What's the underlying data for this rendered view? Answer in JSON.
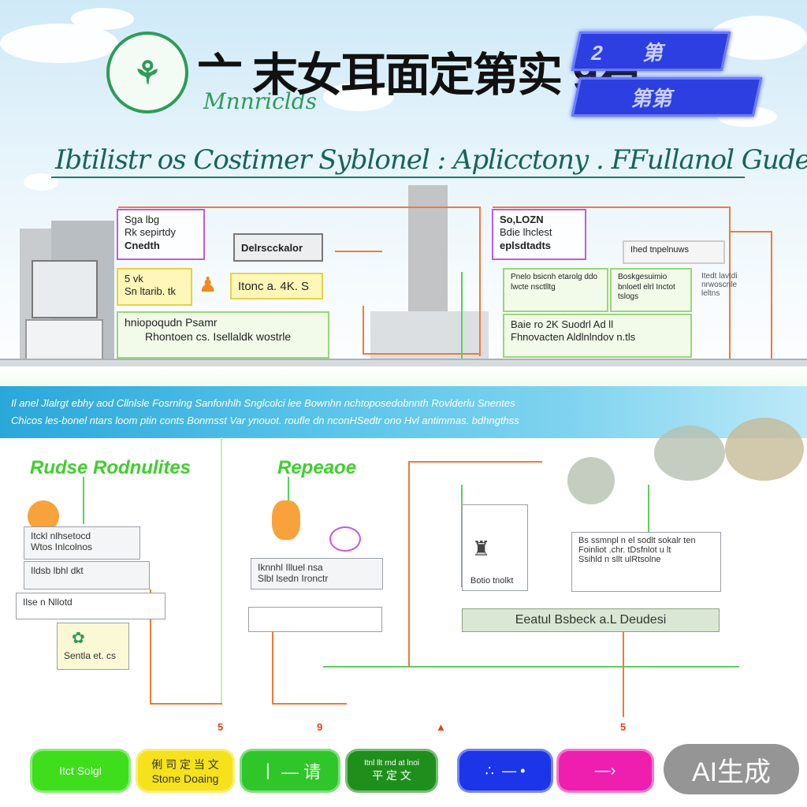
{
  "header": {
    "logo_text": "⚘",
    "logo_subtitle": "Mnnriclds",
    "title": "亠 末女耳面定第实 9石",
    "badge_top": "2　　第",
    "badge_bottom": "　　第第",
    "guide_title": "Ibtilistr os Costimer Syblonel : Aplicctony . FFullanol Gude"
  },
  "diagram": {
    "left_box_1": [
      "Sga lbg",
      "Rk sepirtdy",
      "Cnedth"
    ],
    "left_box_2": "Delrscckalor",
    "left_box_3": [
      "5 vk",
      "Sn ltarib. tk"
    ],
    "left_box_4": "Itonc a. 4K. S",
    "left_box_5": [
      "hniopoqudn Psamr",
      "Rhontoen cs. Isellaldk wostrle"
    ],
    "right_box_1": [
      "So,LOZN",
      "Bdie lhclest",
      "eplsdtadts"
    ],
    "right_label_1": "Ihed tnpelnuws",
    "right_box_2a": "Pnelo bsicnh etarolg ddo lwcte nsctlltg",
    "right_box_2b": "Boskgesuimio bnloetl elrl Inctot tslogs",
    "right_side_text": "Itedt lavtdi nrwoscnle leltns",
    "right_box_3": [
      "Baie ro 2K Suodrl Ad ll",
      "Fhnovacten Aldlnlndov n.tls"
    ]
  },
  "banner": {
    "line1": "Il anel Jlalrgt ebhy aod Cllnlsle Fosrnlng Sanfonhlh Snglcolci lee Bownhn nchtoposedobnnth Rovlderlu Snentes",
    "line2": "Chicos les-bonel ntars loom ptin conts Bonmsst Var ynouot.   roufle dn nconHSedtr ono  Hvl antimmas.  bdhngthss"
  },
  "sections": {
    "left_title": "Rudse Rodnulites",
    "middle_title": "Repeaoe",
    "left_flow": [
      "Itckl nlhsetocd",
      "Wtos Inlcolnos",
      "Ildsb lbhl dkt",
      "Ilse n Nllotd",
      "Sentla et. cs"
    ],
    "middle_flow": [
      "Iknnhl Illuel nsa",
      "Slbl lsedn Ironctr"
    ],
    "right_box_text": [
      "Bs ssmnpl n el sodlt sokalr ten",
      "Foinliot .chr. tDsfnlot u lt",
      "Ssihld n sllt ulRtsolne"
    ],
    "right_box_label": "Eeatul Bsbeck a.L Deudesi",
    "photo_caption": "Botio tnolkt"
  },
  "pills": [
    {
      "lines": [
        "Itct Solgl",
        ""
      ],
      "color": "#3ede1c"
    },
    {
      "lines": [
        "俐 司 定 当 文",
        "Stone Doaing"
      ],
      "color": "#f5e21a"
    },
    {
      "lines": [
        "丨 — 请",
        ""
      ],
      "color": "#2fc62a"
    },
    {
      "lines": [
        "Itnl llt rnd at lnoi",
        "平 定 文"
      ],
      "color": "#1f8f1c"
    },
    {
      "lines": [
        "∴  — •",
        ""
      ],
      "color": "#1c35e8"
    },
    {
      "lines": [
        "—›",
        ""
      ],
      "color": "#ee1fae"
    }
  ],
  "pill_markers": [
    "5",
    "9",
    "▲",
    "5"
  ],
  "ai_badge": "AI生成",
  "colors": {
    "accent_green": "#3fcf2e",
    "banner_blue": "#2aa7d9",
    "badge_blue": "#2d3fe0",
    "wire_orange": "#f07a3a"
  }
}
